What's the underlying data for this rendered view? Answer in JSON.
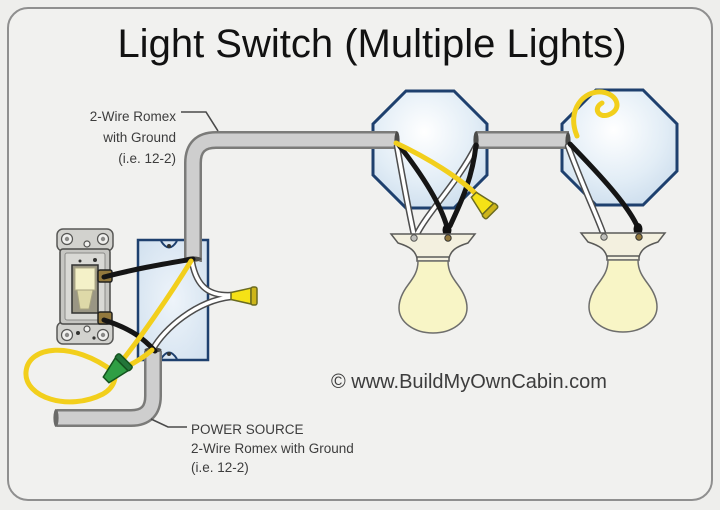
{
  "title": "Light Switch (Multiple Lights)",
  "annotations": {
    "romex_label": [
      "2-Wire Romex",
      "with Ground",
      "(i.e. 12-2)"
    ],
    "power_label": [
      "POWER SOURCE",
      "2-Wire Romex with Ground",
      "(i.e. 12-2)"
    ],
    "copyright": "© www.BuildMyOwnCabin.com"
  },
  "components": {
    "switch": "single-pole toggle switch",
    "switch_box": "blue junction box",
    "fixture_boxes": 2,
    "light_bulbs": 2,
    "wire_nuts": [
      "yellow at switch box",
      "yellow at first fixture",
      "green ground at switch"
    ],
    "cable": "2-wire romex with ground"
  },
  "colors": {
    "background": "#f1f1ef",
    "frame_border": "#8f8f8f",
    "title_text": "#121212",
    "label_text": "#3d3d3d",
    "cable_fill": "#cecece",
    "cable_outline": "#7b7b79",
    "black_wire": "#151515",
    "white_wire_fill": "#ffffff",
    "white_wire_outline": "#4d4d4d",
    "ground_wire": "#f2cf1c",
    "box_blue_fill": "#d8e4f0",
    "box_blue_stroke": "#1e406e",
    "wirenut_yellow": "#f5e216",
    "wirenut_green": "#2f9e44",
    "bulb_fill": "#f8f5c6",
    "fixture_fill": "#f3f0df",
    "switch_body": "#c6c6c2",
    "switch_toggle": "#f4f1c8",
    "terminal_brass": "#93793d"
  }
}
